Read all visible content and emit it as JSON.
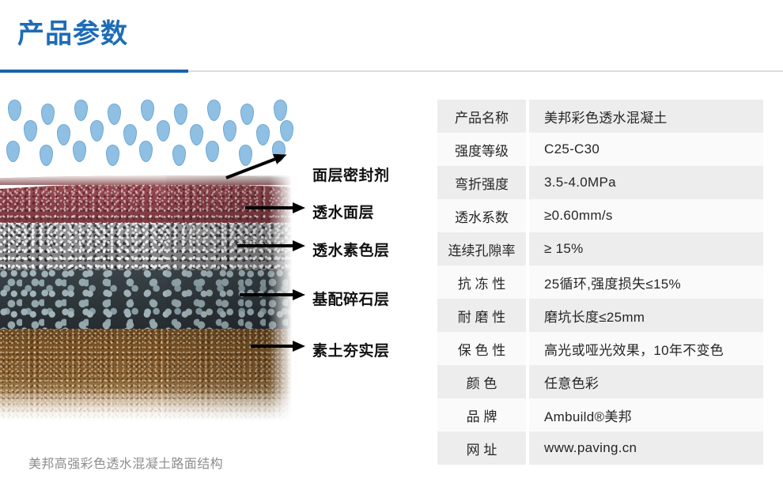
{
  "header": {
    "title": "产品参数",
    "rule_blue_color": "#1a62ab",
    "rule_gray_color": "#dcdcdc",
    "title_color": "#1d6cb8"
  },
  "diagram": {
    "caption": "美邦高强彩色透水混凝土路面结构",
    "layers": [
      {
        "name": "面层密封剂",
        "color": "#9b6a6c"
      },
      {
        "name": "透水面层",
        "color": "#8e4048"
      },
      {
        "name": "透水素色层",
        "color": "#8a8a8c"
      },
      {
        "name": "基配碎石层",
        "color": "#2d3539"
      },
      {
        "name": "素土夯实层",
        "color": "#7d5526"
      }
    ],
    "rain": {
      "drop_fill": "#8fc0e4",
      "drop_stroke": "#6fa7d2",
      "drop_count": 30
    }
  },
  "spec_table": {
    "rows": [
      {
        "key": "产品名称",
        "value": "美邦彩色透水混凝土"
      },
      {
        "key": "强度等级",
        "value": "C25-C30"
      },
      {
        "key": "弯折强度",
        "value": "3.5-4.0MPa"
      },
      {
        "key": "透水系数",
        "value": "≥0.60mm/s"
      },
      {
        "key": "连续孔隙率",
        "value": "≥ 15%"
      },
      {
        "key": "抗 冻 性",
        "value": "25循环,强度损失≤15%"
      },
      {
        "key": "耐 磨 性",
        "value": "磨坑长度≤25mm"
      },
      {
        "key": "保 色 性",
        "value": "高光或哑光效果，10年不变色"
      },
      {
        "key": "颜    色",
        "value": "任意色彩"
      },
      {
        "key": "品    牌",
        "value": "Ambuild®美邦"
      },
      {
        "key": "网    址",
        "value": "www.paving.cn"
      }
    ]
  }
}
